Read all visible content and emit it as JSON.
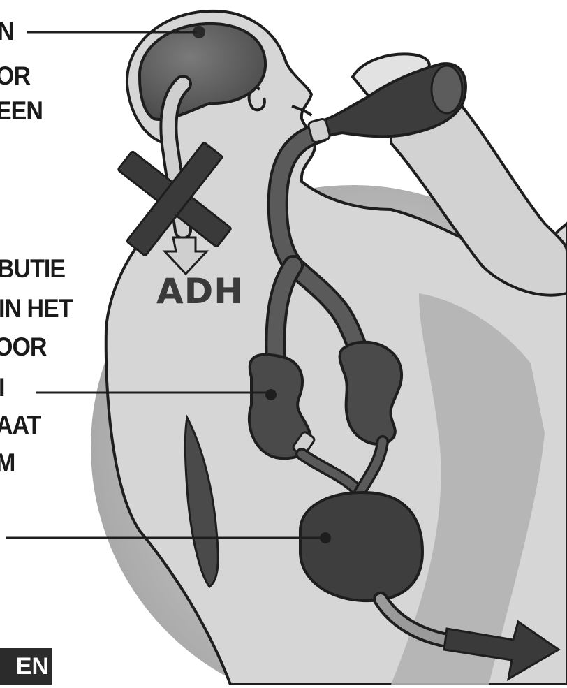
{
  "labels": {
    "top_1": "N",
    "top_2": "OR",
    "top_3": "EEN",
    "mid_1": "BUTIE",
    "mid_2": "IN HET",
    "mid_3": "OOR",
    "mid_4": "I",
    "mid_5": "AAT",
    "mid_6": "M"
  },
  "adh_label": "ADH",
  "badge_text": "EN",
  "colors": {
    "organ_dark": "#4a4a4a",
    "tube": "#5a5a5a",
    "body_fill": "#d6d6d6",
    "background_disc": "#bdbdbd",
    "outline": "#1e1e1e"
  },
  "icons": {
    "blocked_marker": "x-cross-icon",
    "adh_arrow": "arrow-down-icon",
    "exit_arrow": "arrow-right-icon"
  }
}
